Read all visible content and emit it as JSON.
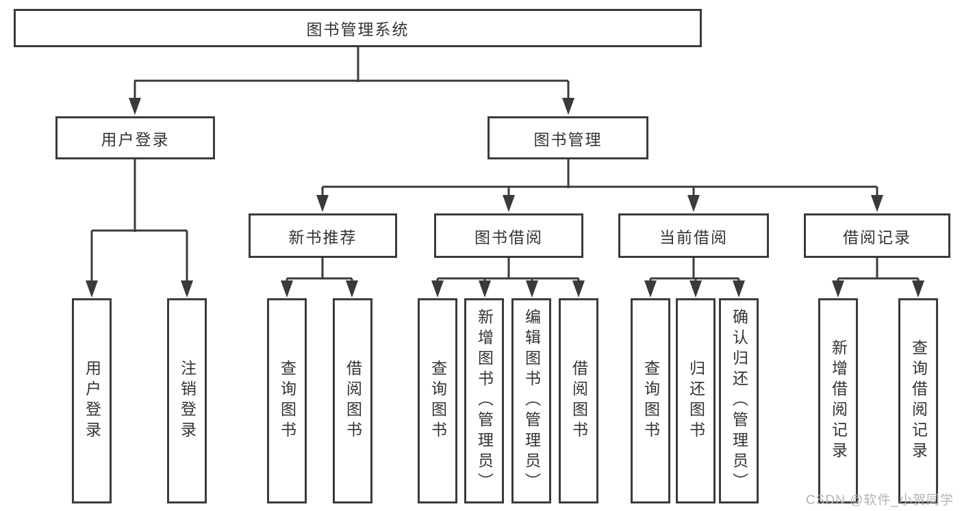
{
  "diagram": {
    "root": "图书管理系统",
    "level2": [
      {
        "label": "用户登录",
        "children": [
          "用户登录",
          "注销登录"
        ]
      },
      {
        "label": "图书管理",
        "children3": [
          {
            "label": "新书推荐",
            "children": [
              "查询图书",
              "借阅图书"
            ]
          },
          {
            "label": "图书借阅",
            "children": [
              "查询图书",
              "新增图书（管理员）",
              "编辑图书（管理员）",
              "借阅图书"
            ]
          },
          {
            "label": "当前借阅",
            "children": [
              "查询图书",
              "归还图书",
              "确认归还（管理员）"
            ]
          },
          {
            "label": "借阅记录",
            "children": [
              "新增借阅记录",
              "查询借阅记录"
            ]
          }
        ]
      }
    ]
  },
  "watermark": "CSDN @软件_小贺同学",
  "colors": {
    "line": "#3a3a3a",
    "border": "#3b3b3b",
    "text": "#333333",
    "background": "#ffffff",
    "watermark": "#b3b3b3"
  }
}
